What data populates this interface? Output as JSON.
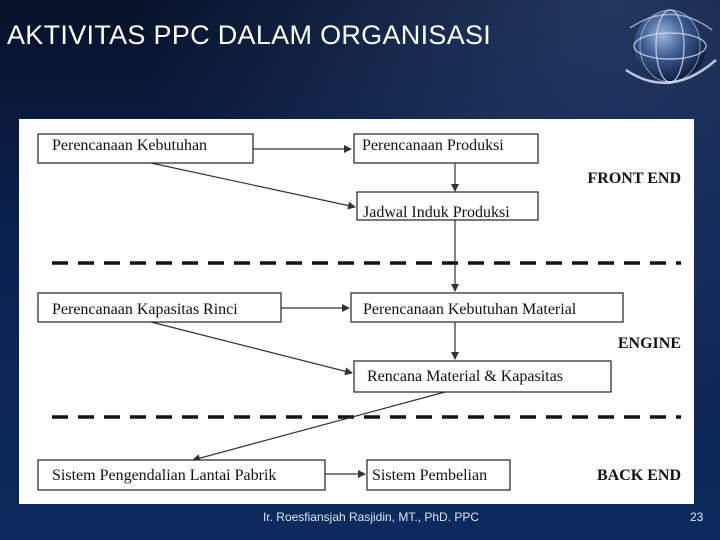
{
  "slide": {
    "title": "AKTIVITAS PPC DALAM ORGANISASI",
    "footer_author": "Ir. Roesfiansjah Rasjidin, MT., PhD. PPC",
    "page_number": "23"
  },
  "diagram": {
    "boxes": {
      "perencanaan_kebutuhan": "Perencanaan Kebutuhan",
      "perencanaan_produksi": "Perencanaan Produksi",
      "jadwal_induk_produksi": "Jadwal Induk Produksi",
      "perencanaan_kapasitas_rinci": "Perencanaan Kapasitas Rinci",
      "perencanaan_kebutuhan_material": "Perencanaan Kebutuhan Material",
      "rencana_material_kapasitas": "Rencana Material & Kapasitas",
      "sistem_pengendalian_lantai_pabrik": "Sistem Pengendalian Lantai Pabrik",
      "sistem_pembelian": "Sistem Pembelian"
    },
    "zones": {
      "front_end": "FRONT END",
      "engine": "ENGINE",
      "back_end": "BACK END"
    }
  }
}
